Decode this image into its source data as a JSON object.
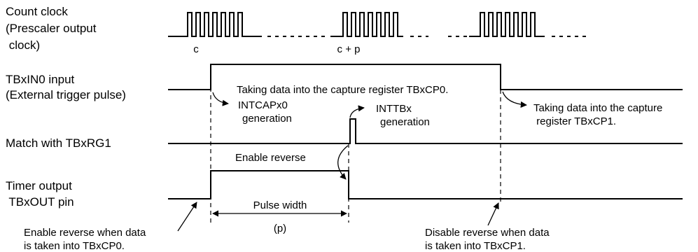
{
  "signals": {
    "count_clock": [
      "Count clock",
      "(Prescaler output",
      " clock)"
    ],
    "trigger_input": [
      "TBxIN0 input",
      "(External trigger pulse)"
    ],
    "match": [
      "Match with TBxRG1"
    ],
    "timer_output": [
      "Timer output",
      " TBxOUT pin"
    ]
  },
  "clock_marks": {
    "c": "c",
    "c_plus_p": "c + p"
  },
  "annotations": {
    "capture0": "Taking data into the capture register TBxCP0.",
    "intcap": [
      "INTCAPx0",
      "generation"
    ],
    "inttb": [
      "INTTBx",
      "generation"
    ],
    "capture1": [
      "Taking data into the capture",
      " register TBxCP1."
    ],
    "enable_reverse": "Enable reverse",
    "pulse_width": "Pulse width",
    "p": "(p)",
    "enable_note": [
      "Enable reverse when data",
      "is taken into TBxCP0."
    ],
    "disable_note": [
      "Disable reverse when data",
      "is taken into TBxCP1."
    ]
  }
}
